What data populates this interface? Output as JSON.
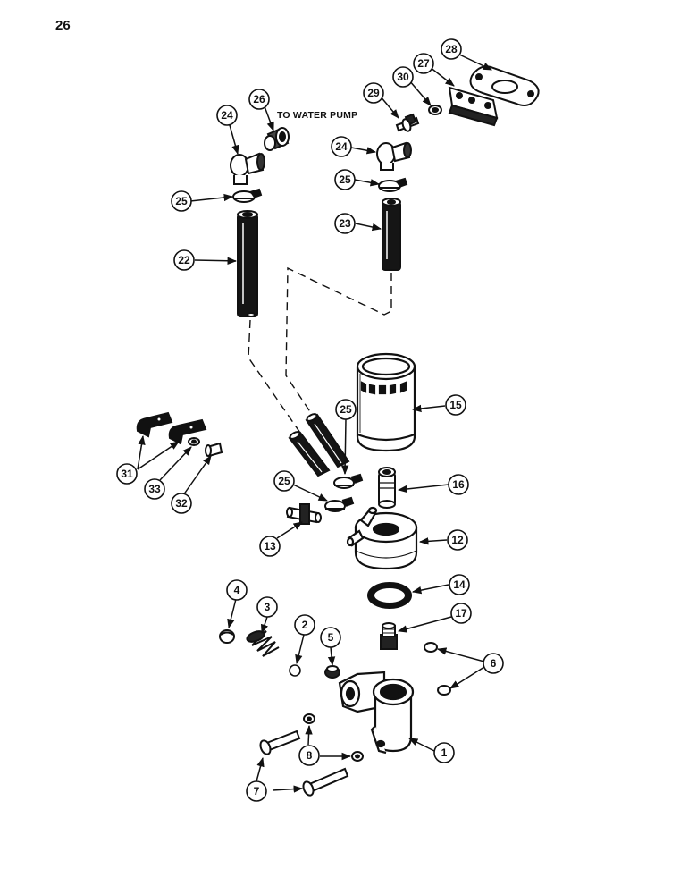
{
  "page": {
    "number": "26"
  },
  "note": {
    "text": "TO WATER PUMP"
  },
  "callouts": {
    "c1": "1",
    "c2": "2",
    "c3": "3",
    "c4": "4",
    "c5": "5",
    "c6": "6",
    "c7": "7",
    "c8": "8",
    "c12": "12",
    "c13": "13",
    "c14": "14",
    "c15": "15",
    "c16": "16",
    "c17": "17",
    "c22": "22",
    "c23": "23",
    "c24a": "24",
    "c24b": "24",
    "c25a": "25",
    "c25b": "25",
    "c25c": "25",
    "c25d": "25",
    "c26": "26",
    "c27": "27",
    "c28": "28",
    "c29": "29",
    "c30": "30",
    "c31": "31",
    "c32": "32",
    "c33": "33"
  }
}
